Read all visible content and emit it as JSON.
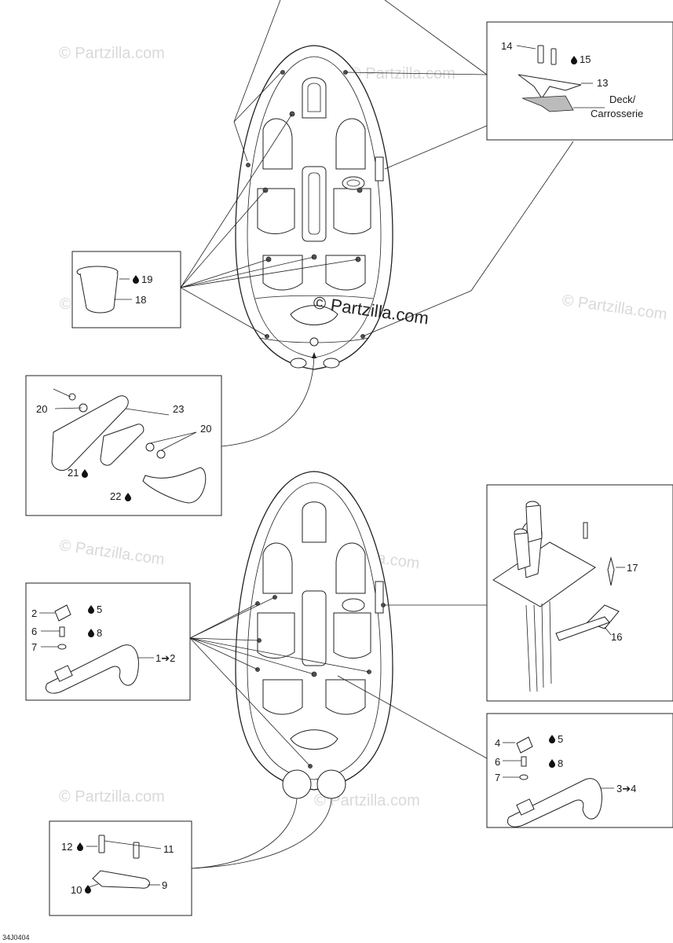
{
  "watermark": {
    "text": "© Partzilla.com",
    "main_text": "© Partzilla.com"
  },
  "figure_code": "34J0404",
  "callouts": {
    "c14": "14",
    "c15": "15",
    "c13": "13",
    "deck": "Deck/",
    "carrosserie": "Carrosserie",
    "c19": "19",
    "c18": "18",
    "c20a": "20",
    "c23": "23",
    "c20b": "20",
    "c21": "21",
    "c22": "22",
    "c2": "2",
    "c5a": "5",
    "c6a": "6",
    "c8a": "8",
    "c7a": "7",
    "c1to2": "1➔2",
    "c17": "17",
    "c16": "16",
    "c4": "4",
    "c5b": "5",
    "c6b": "6",
    "c8b": "8",
    "c7b": "7",
    "c3to4": "3➔4",
    "c12": "12",
    "c11": "11",
    "c10": "10",
    "c9": "9"
  },
  "icons": {
    "loctite": "drop-icon"
  },
  "colors": {
    "line": "#222222",
    "watermark": "#d9d9d9",
    "background": "#ffffff"
  }
}
